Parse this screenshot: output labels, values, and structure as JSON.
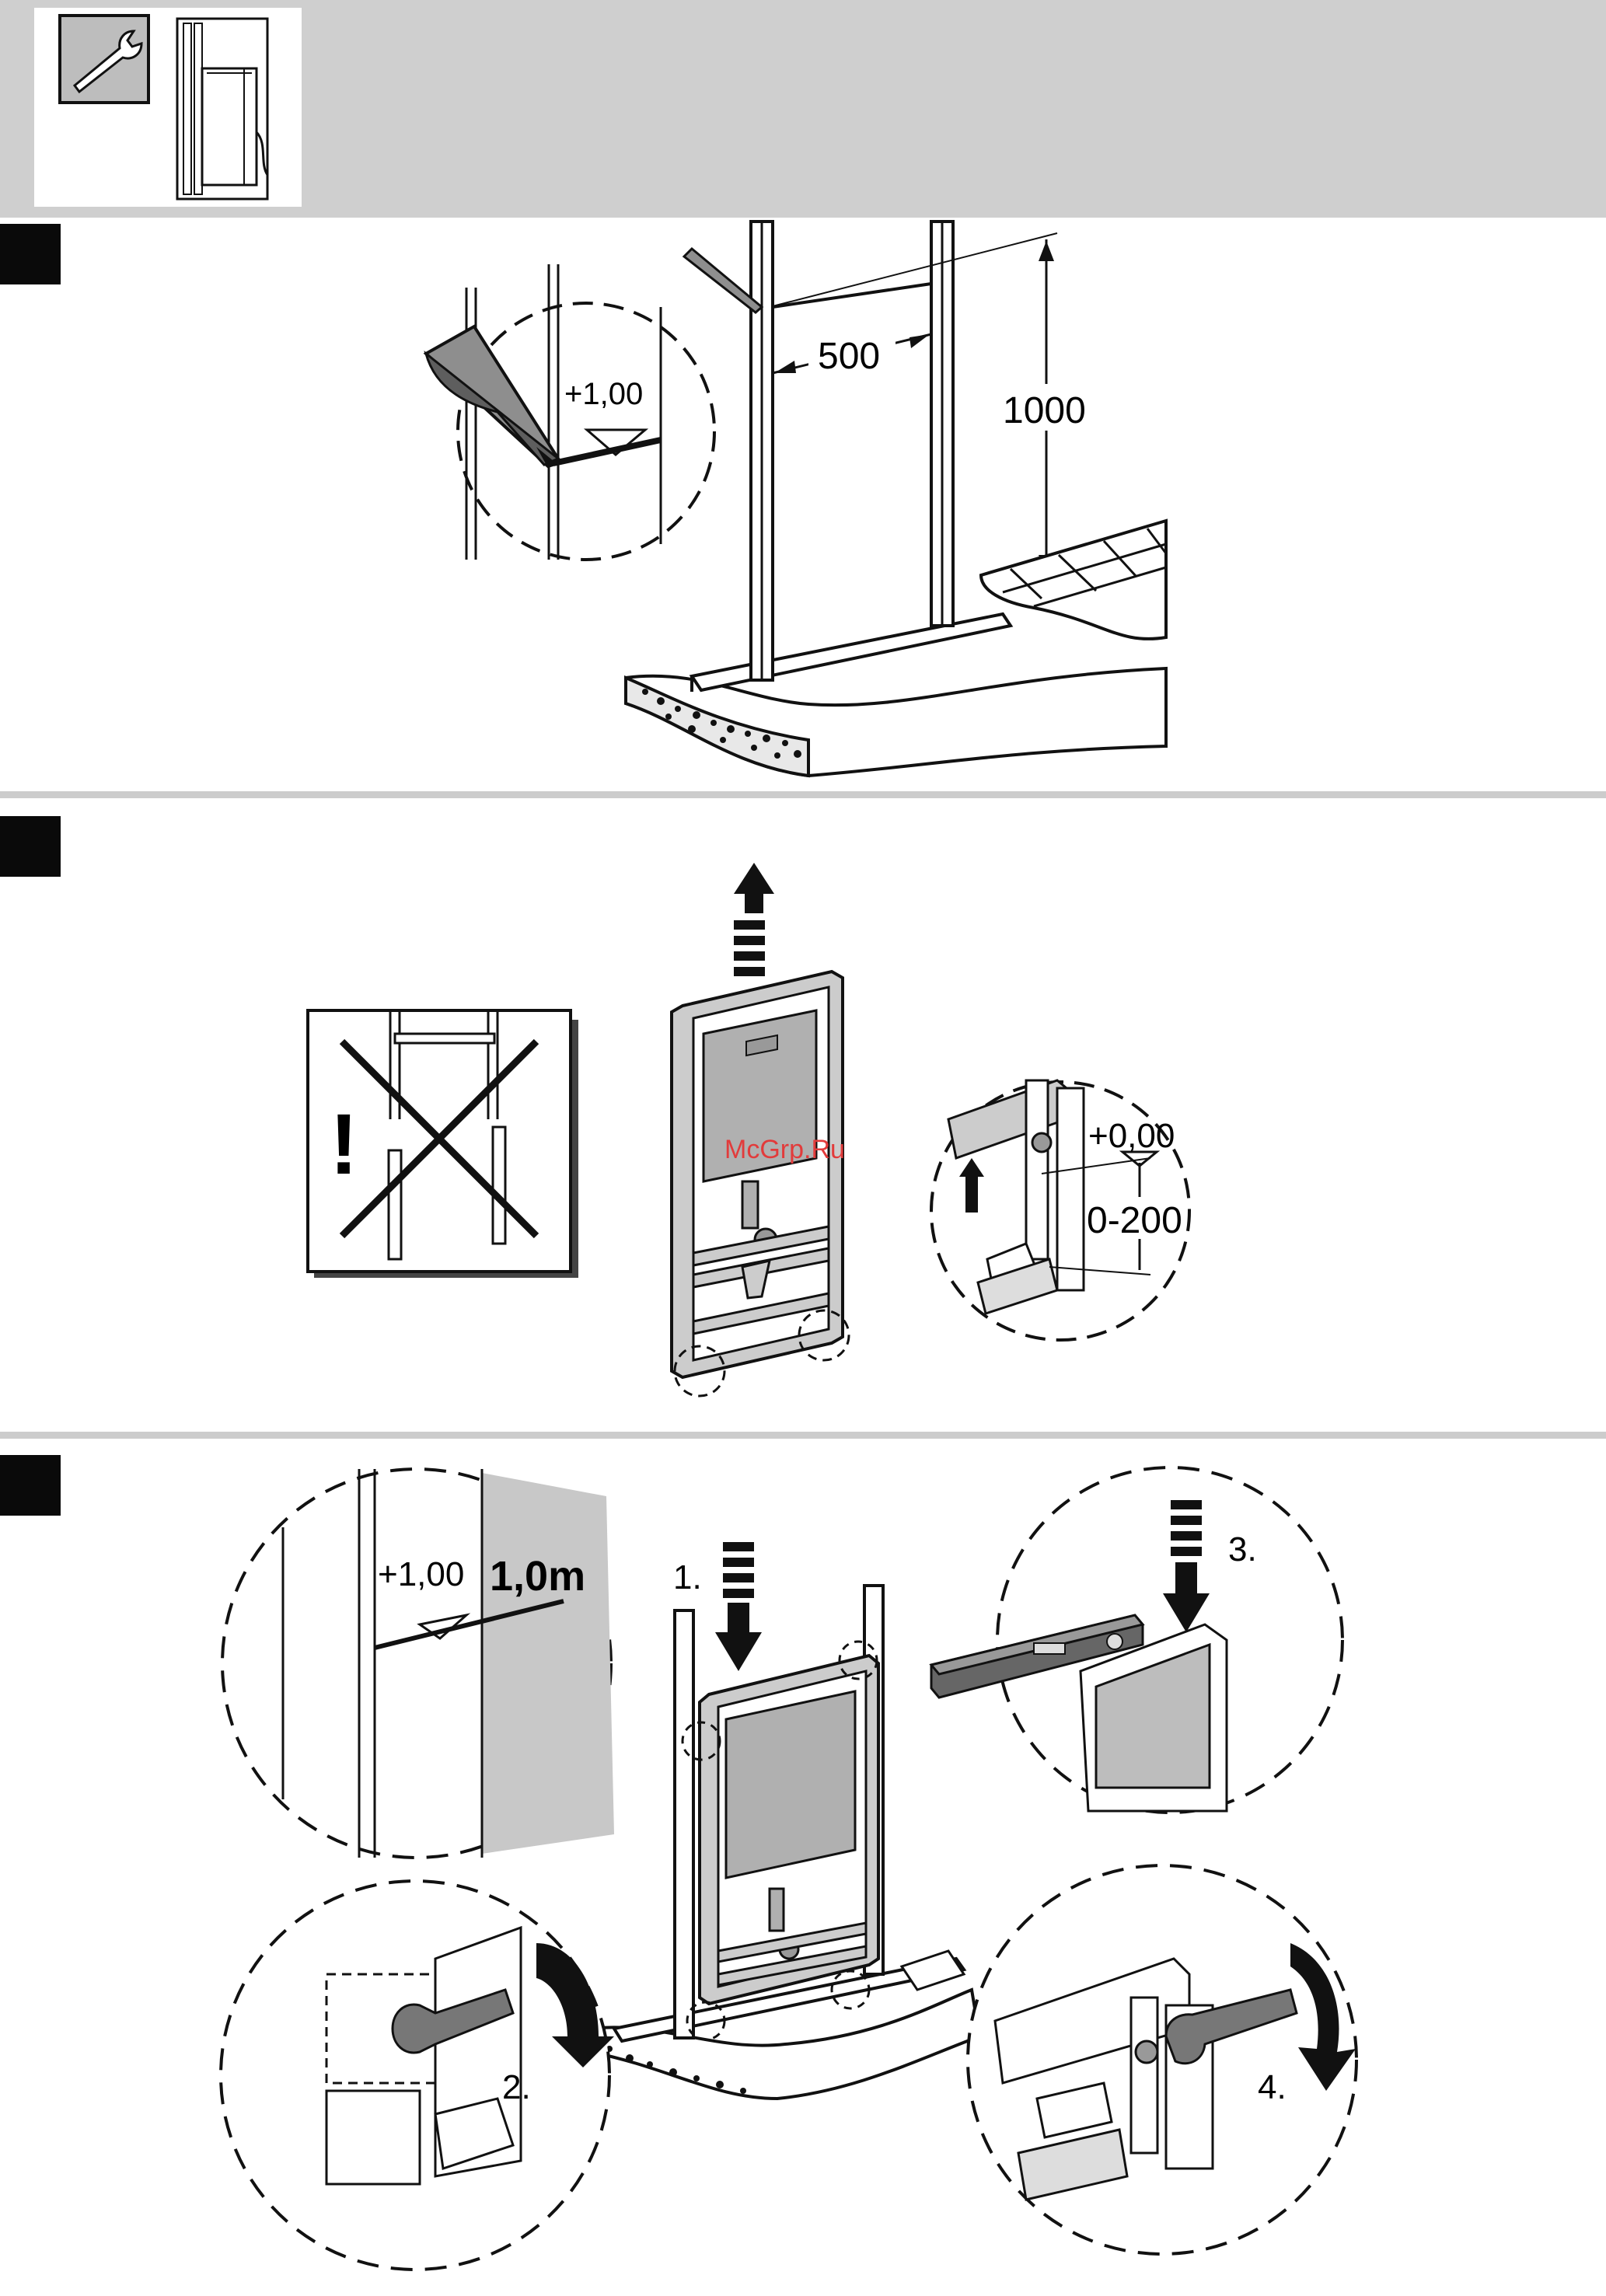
{
  "header": {
    "icons": [
      "wrench-icon",
      "wall-frame-icon"
    ]
  },
  "step1": {
    "width_dim": "500",
    "height_dim": "1000",
    "level_mark": "+1,00"
  },
  "step2": {
    "warning_symbol": "!",
    "level_mark": "+0,00",
    "range_dim": "0-200",
    "watermark": "McGrp.Ru"
  },
  "step3": {
    "level_mark": "+1,00",
    "handwritten_mark": "1,0m",
    "step_1": "1.",
    "step_2": "2.",
    "step_3": "3.",
    "step_4": "4."
  },
  "colors": {
    "header_band": "#cfcfcf",
    "rule": "#cccccc",
    "marker": "#0a0a0a",
    "frame_fill": "#bdbdbd",
    "watermark": "#e23b3b"
  }
}
